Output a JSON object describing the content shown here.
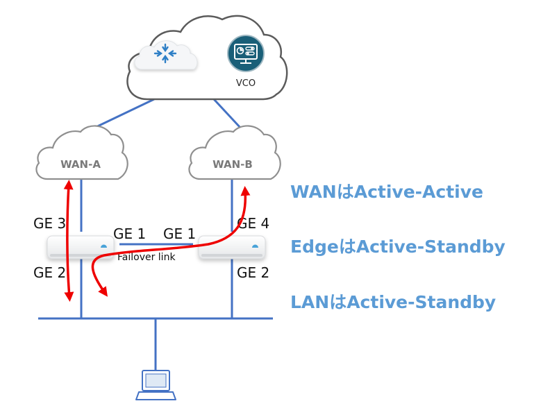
{
  "colors": {
    "line": "#4472c4",
    "arrow": "#ee0000",
    "note_text": "#5b9bd5",
    "vco_badge": "#1a5f78",
    "router_icon": "#2e7fc6"
  },
  "icons": {
    "router": "router-arrows-icon",
    "vco": "monitor-dashboard-icon",
    "laptop": "laptop-icon"
  },
  "clouds": {
    "top_label": "VCO",
    "wan_a": "WAN-A",
    "wan_b": "WAN-B"
  },
  "ports": {
    "left_upper": "GE 3",
    "left_lower": "GE 2",
    "left_link": "GE 1",
    "right_link": "GE 1",
    "right_upper": "GE 4",
    "right_lower": "GE 2"
  },
  "failover_link": "Failover link",
  "notes": [
    "WANはActive-Active",
    "EdgeはActive-Standby",
    "LANはActive-Standby"
  ]
}
